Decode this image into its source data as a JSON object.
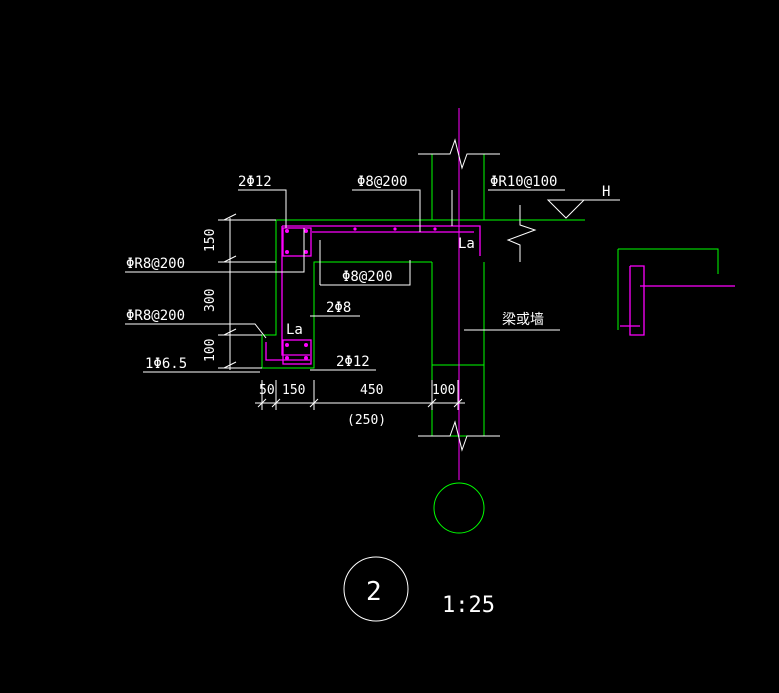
{
  "colors": {
    "background": "#000000",
    "rebar": "#ff00ff",
    "outline": "#00ff00",
    "leader": "#ffffff",
    "text": "#ffffff",
    "axis": "#ff00ff"
  },
  "labels": {
    "top_left_bar": "2Φ12",
    "top_stirrup": "Φ8@200",
    "top_right_bar": "ΦR10@100",
    "elevation_mark": "H",
    "anchor_top": "La",
    "left_stirrup_upper": "ΦR8@200",
    "mid_stirrup": "Φ8@200",
    "left_stirrup_lower": "ΦR8@200",
    "mid_bar": "2Φ8",
    "anchor_bottom": "La",
    "bottom_left_bar": "1Φ6.5",
    "bottom_bar": "2Φ12",
    "beam_or_wall": "梁或墙"
  },
  "dimensions": {
    "v1": "150",
    "v2": "300",
    "v3": "100",
    "h1": "50",
    "h2": "150",
    "h3": "450",
    "h4": "100",
    "h3_alt": "(250)"
  },
  "detail": {
    "number": "2",
    "scale": "1:25"
  }
}
